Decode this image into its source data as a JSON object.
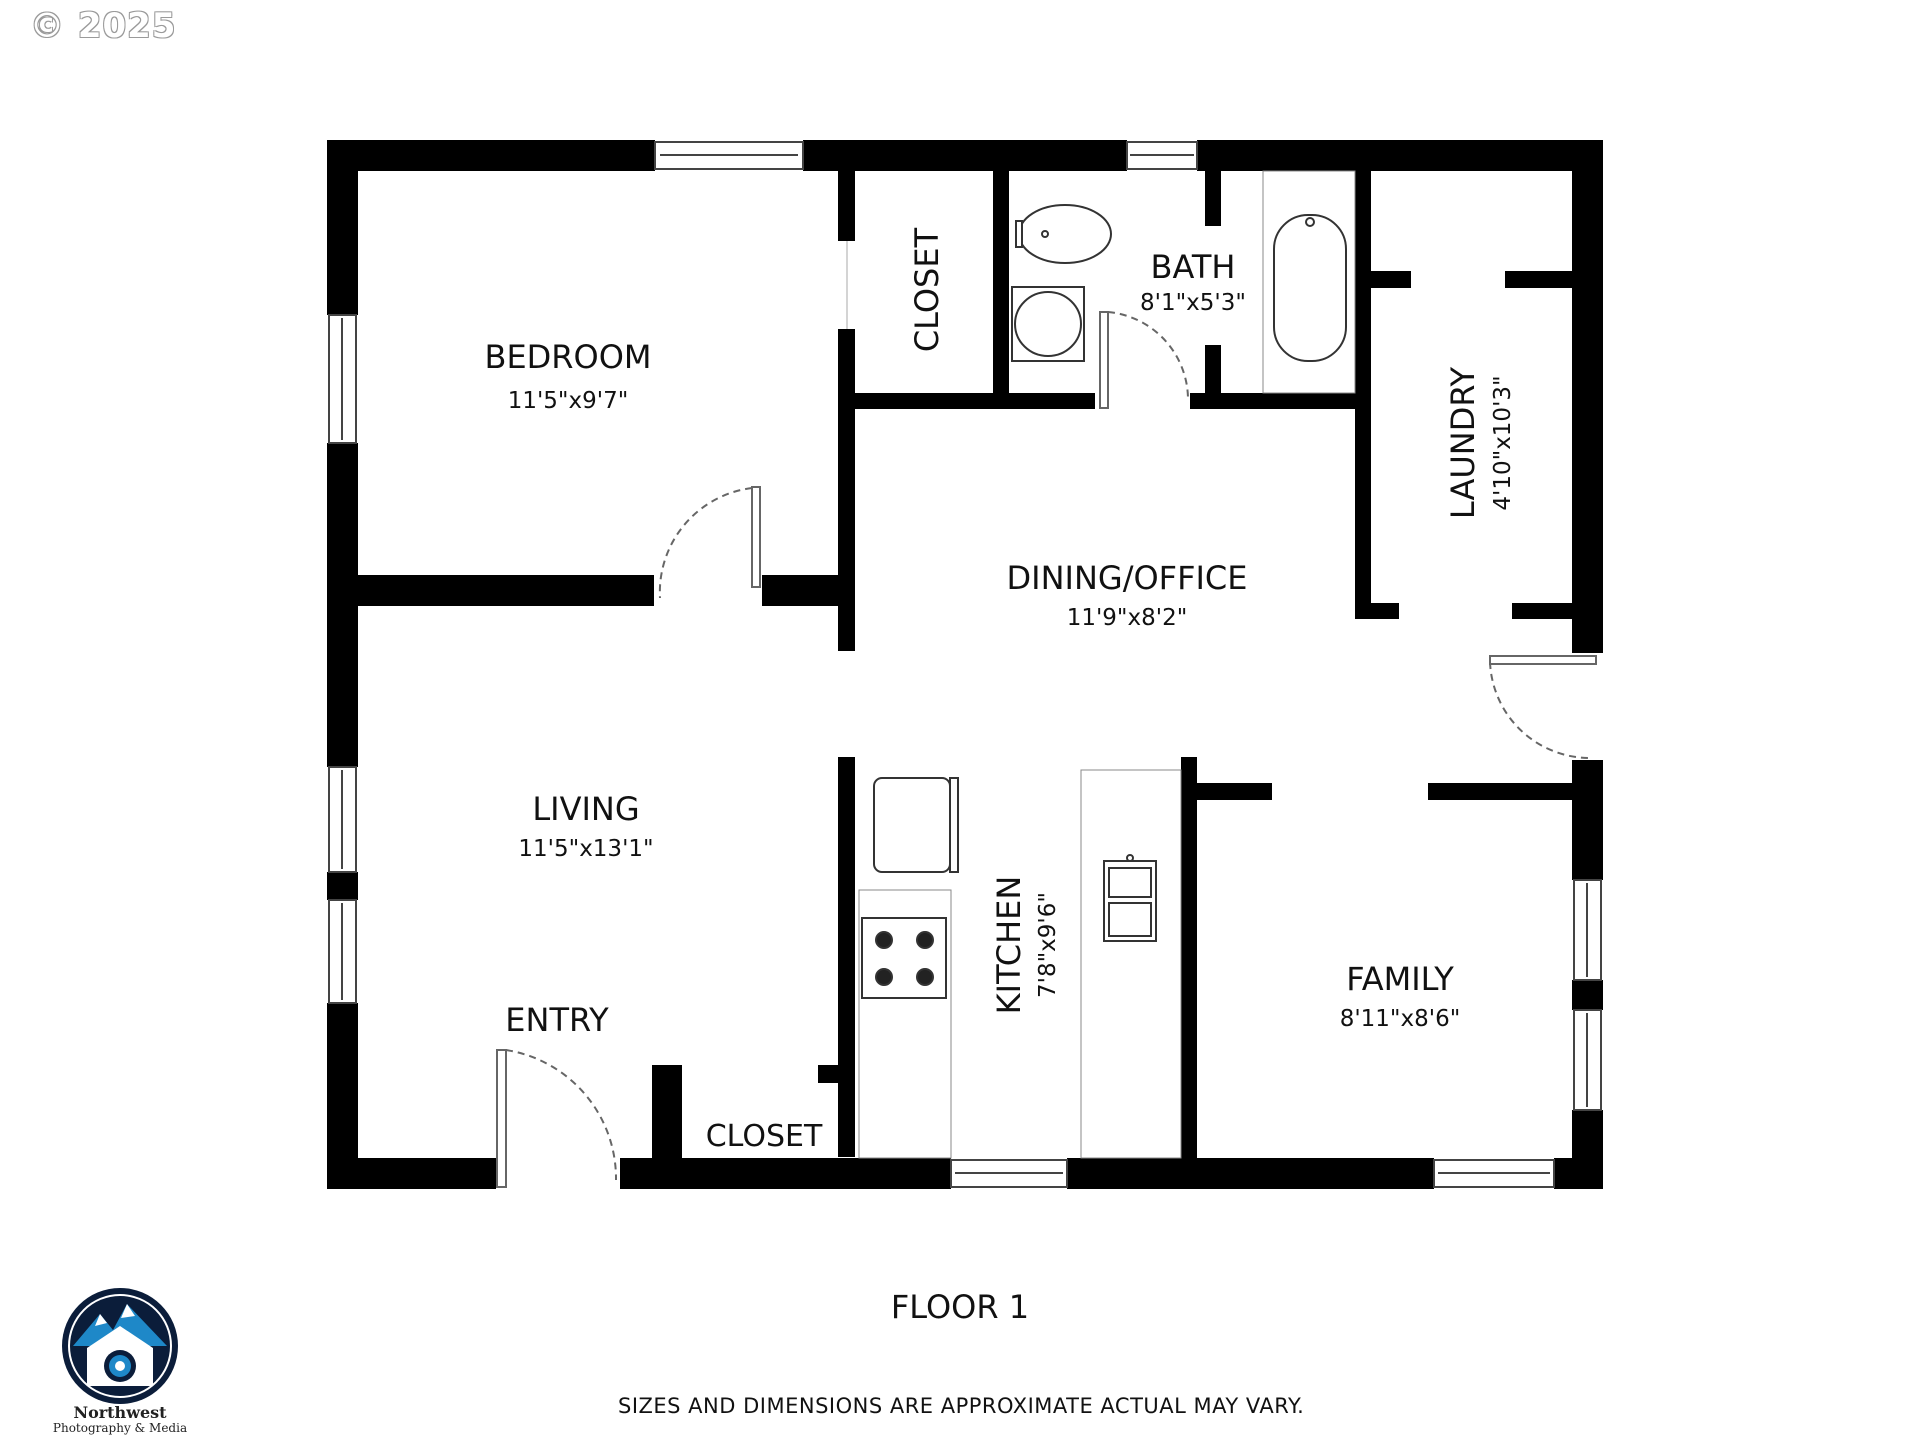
{
  "copyright": "© 2025",
  "floor_title": "FLOOR 1",
  "disclaimer": "SIZES AND DIMENSIONS ARE APPROXIMATE ACTUAL MAY VARY.",
  "brand": {
    "name": "Northwest",
    "tagline": "Photography & Media"
  },
  "rooms": {
    "bedroom": {
      "name": "BEDROOM",
      "dim": "11'5\"x9'7\""
    },
    "closet_bedroom": {
      "name": "CLOSET"
    },
    "bath": {
      "name": "BATH",
      "dim": "8'1\"x5'3\""
    },
    "laundry": {
      "name": "LAUNDRY",
      "dim": "4'10\"x10'3\""
    },
    "dining": {
      "name": "DINING/OFFICE",
      "dim": "11'9\"x8'2\""
    },
    "living": {
      "name": "LIVING",
      "dim": "11'5\"x13'1\""
    },
    "entry": {
      "name": "ENTRY"
    },
    "closet_entry": {
      "name": "CLOSET"
    },
    "kitchen": {
      "name": "KITCHEN",
      "dim": "7'8\"x9'6\""
    },
    "family": {
      "name": "FAMILY",
      "dim": "8'11\"x8'6\""
    }
  },
  "colors": {
    "wall": "#000000",
    "line": "#888888",
    "logo_dark": "#0b1d3a",
    "logo_blue": "#1e88c8"
  }
}
